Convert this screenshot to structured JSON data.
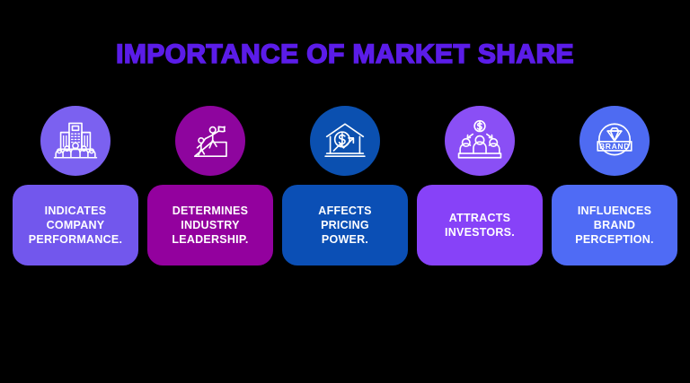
{
  "page": {
    "background_color": "#000000",
    "title": "IMPORTANCE OF MARKET SHARE",
    "title_color": "#5B1CE8"
  },
  "items": [
    {
      "icon_name": "office-building-with-employees-icon",
      "circle_color": "#7B61F0",
      "card_color": "#7257ED",
      "card_text": "INDICATES\nCOMPANY\nPERFORMANCE."
    },
    {
      "icon_name": "leader-helping-climber-with-flag-icon",
      "circle_color": "#8E059E",
      "card_color": "#93019E",
      "card_text": "DETERMINES\nINDUSTRY\nLEADERSHIP."
    },
    {
      "icon_name": "bank-house-dollar-growth-icon",
      "circle_color": "#0B50B0",
      "card_color": "#0B4FB5",
      "card_text": "AFFECTS\nPRICING\nPOWER."
    },
    {
      "icon_name": "investors-meeting-dollar-icon",
      "circle_color": "#8A4FF5",
      "card_color": "#8742F8",
      "card_text": "ATTRACTS\nINVESTORS."
    },
    {
      "icon_name": "brand-diamond-badge-icon",
      "circle_color": "#4E6BF2",
      "card_color": "#4F6BF5",
      "card_text": "INFLUENCES\nBRAND\nPERCEPTION."
    }
  ]
}
